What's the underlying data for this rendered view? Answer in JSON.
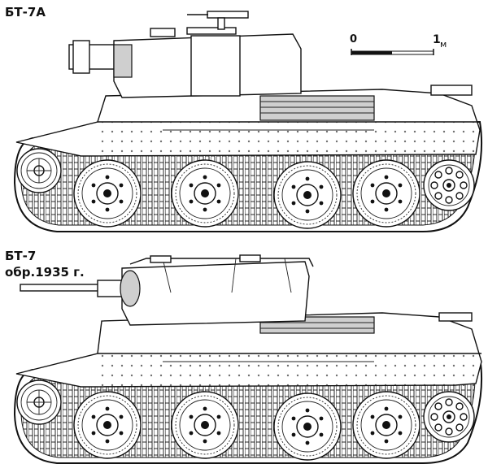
{
  "drawings": [
    {
      "id": "bt7a",
      "title": "БТ-7А",
      "subtitle": ""
    },
    {
      "id": "bt7",
      "title": "БТ-7",
      "subtitle": "обр.1935 г."
    }
  ],
  "scale": {
    "start_label": "0",
    "end_label": "1",
    "unit_label": "м"
  },
  "colors": {
    "ink": "#111111",
    "paper": "#ffffff",
    "tone": "#cfcfcf"
  }
}
